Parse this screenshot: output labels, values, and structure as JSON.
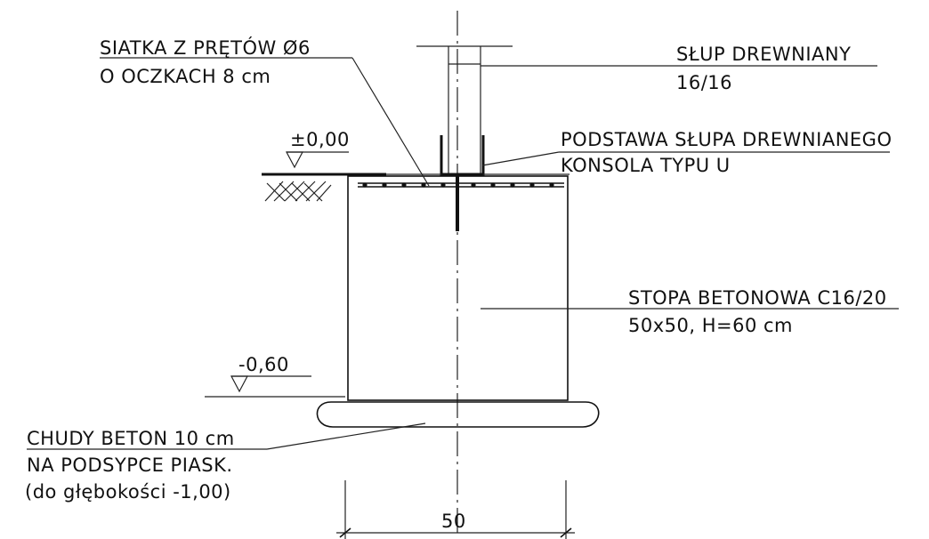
{
  "labels": {
    "mesh_line1": "SIATKA Z PRĘTÓW Ø6",
    "mesh_line2": "O OCZKACH 8 cm",
    "post_line1": "SŁUP DREWNIANY",
    "post_line2": "16/16",
    "base_line1": "PODSTAWA SŁUPA DREWNIANEGO",
    "base_line2": "KONSOLA TYPU U",
    "level_top": "±0,00",
    "footing_line1": "STOPA BETONOWA C16/20",
    "footing_line2": "50x50, H=60 cm",
    "level_bottom": "-0,60",
    "lean_line1": "CHUDY BETON 10 cm",
    "lean_line2": "NA PODSYPCE PIASK.",
    "lean_line3": "(do głębokości -1,00)",
    "dimension_width": "50"
  }
}
